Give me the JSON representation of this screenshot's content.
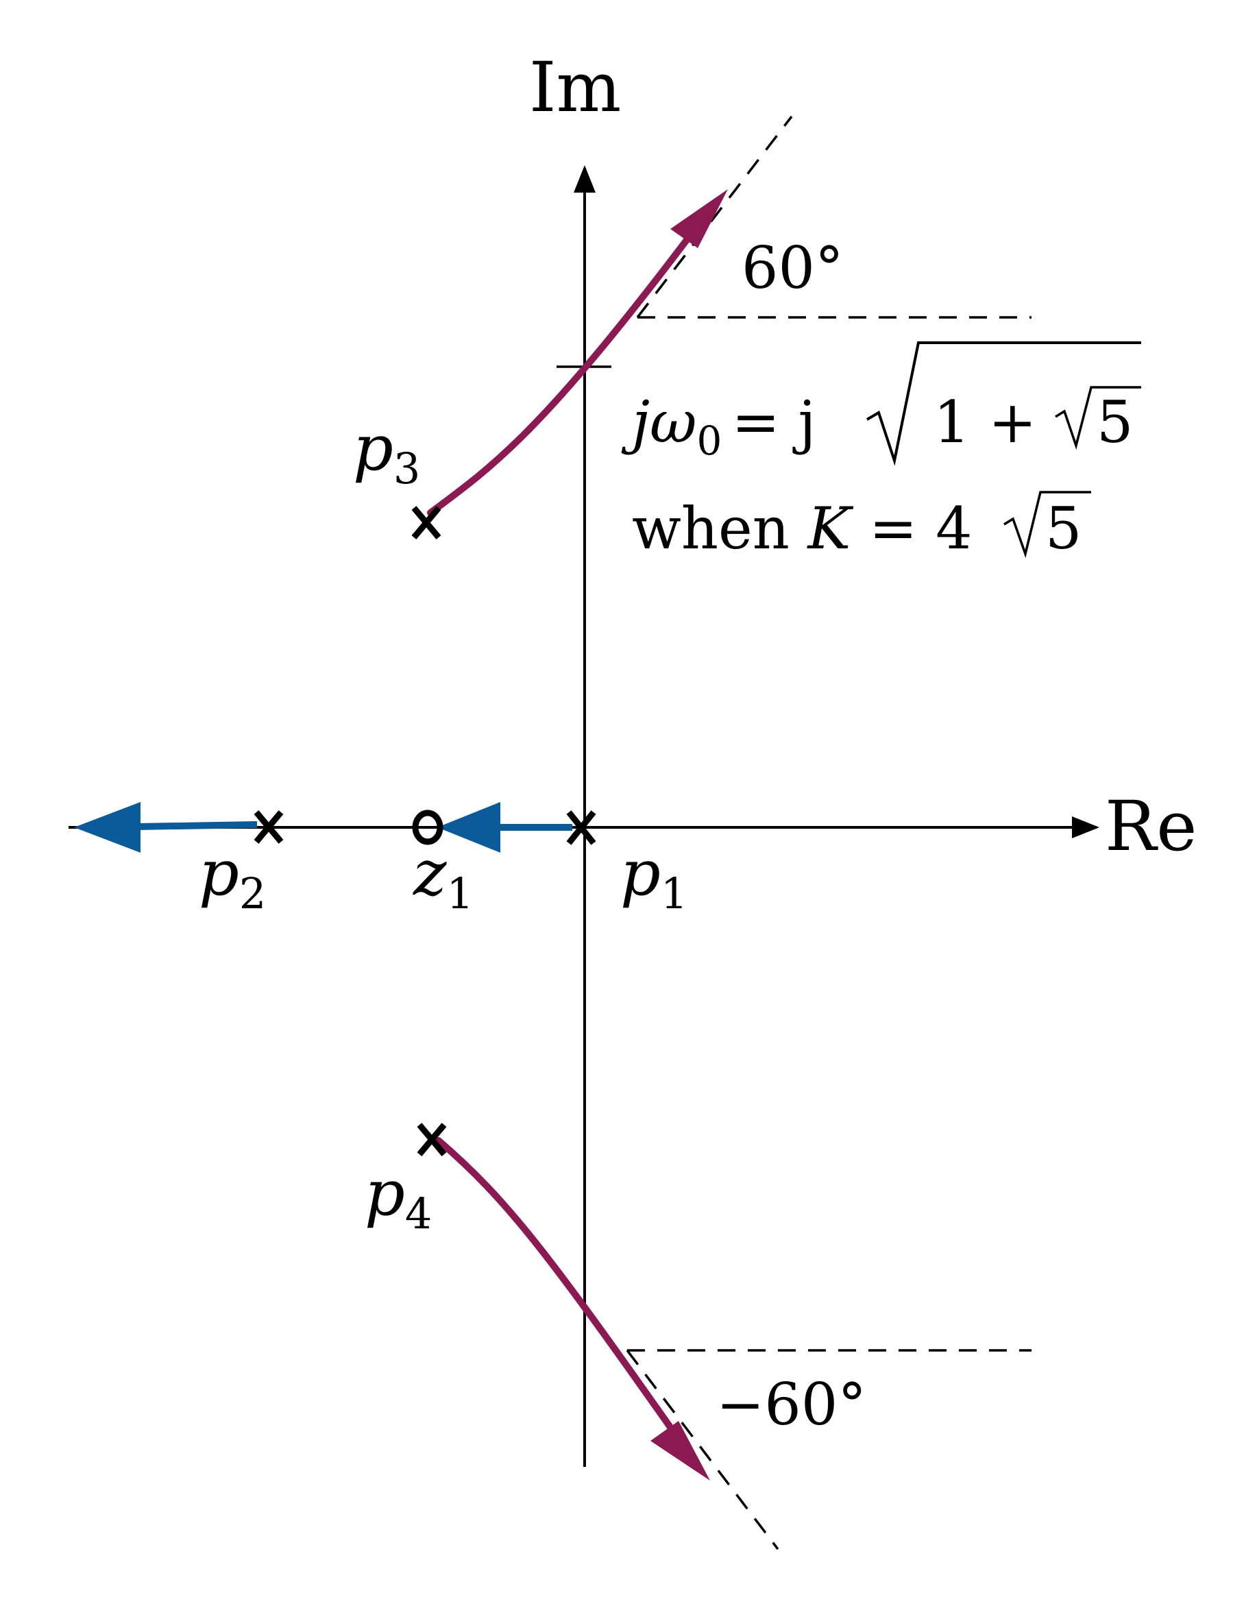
{
  "axes": {
    "real_label": "Re",
    "imag_label": "Im"
  },
  "labels": {
    "p1": {
      "base": "p",
      "sub": "1"
    },
    "p2": {
      "base": "p",
      "sub": "2"
    },
    "p3": {
      "base": "p",
      "sub": "3"
    },
    "p4": {
      "base": "p",
      "sub": "4"
    },
    "z1": {
      "base": "z",
      "sub": "1"
    }
  },
  "markers": {
    "pole_symbol": "x",
    "zero_symbol": "o"
  },
  "annotations": {
    "angle_upper": "60°",
    "angle_lower": "−60°",
    "crossing_lhs": "jω",
    "crossing_sub": "0",
    "crossing_eq": "= j",
    "crossing_radicand_a": "1 + ",
    "crossing_radicand_b": "5",
    "gain_prefix": "when ",
    "gain_var": "K",
    "gain_eq": " = 4",
    "gain_radicand": "5"
  },
  "colors": {
    "complex_branch": "#8b1a52",
    "real_branch": "#0b5a99",
    "axis": "#000000"
  }
}
